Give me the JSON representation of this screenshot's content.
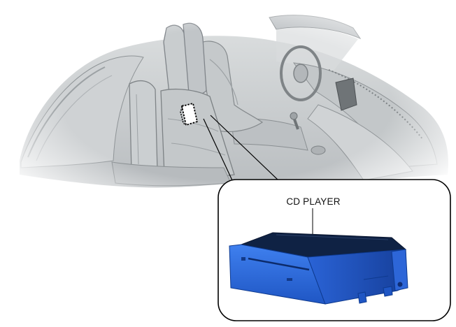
{
  "diagram": {
    "callout_label": "CD PLAYER",
    "colors": {
      "car_body": "#c9cdcf",
      "car_shadow": "#9ea3a6",
      "car_highlight": "#e4e6e7",
      "component_blue": "#2f6fe0",
      "component_blue_dark": "#1c4fb0",
      "component_top": "#0f2244",
      "outline": "#111111"
    },
    "icons": [
      "car-cutaway-illustration",
      "cd-player-unit-illustration",
      "location-marker-icon"
    ]
  }
}
